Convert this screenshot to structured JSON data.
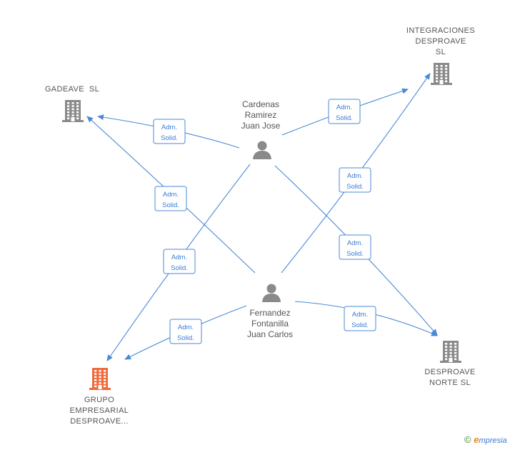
{
  "colors": {
    "edge": "#4a8ad4",
    "company": "#8a8a8a",
    "company_highlight": "#f06a3a",
    "person": "#8a8a8a",
    "edge_label_border": "#4a8ad4",
    "edge_label_text": "#3a7bd5"
  },
  "nodes": [
    {
      "id": "integraciones",
      "kind": "company",
      "label": [
        "INTEGRACIONES",
        "DESPROAVE",
        "SL"
      ],
      "icon": "building-icon"
    },
    {
      "id": "gadeave",
      "kind": "company",
      "label": [
        "GADEAVE  SL"
      ],
      "icon": "building-icon"
    },
    {
      "id": "cardenas",
      "kind": "person",
      "label": [
        "Cardenas",
        "Ramirez",
        "Juan Jose"
      ],
      "icon": "person-icon"
    },
    {
      "id": "fernandez",
      "kind": "person",
      "label": [
        "Fernandez",
        "Fontanilla",
        "Juan Carlos"
      ],
      "icon": "person-icon"
    },
    {
      "id": "grupo",
      "kind": "company_highlight",
      "label": [
        "GRUPO",
        "EMPRESARIAL",
        "DESPROAVE..."
      ],
      "icon": "building-icon"
    },
    {
      "id": "norte",
      "kind": "company",
      "label": [
        "DESPROAVE",
        "NORTE SL"
      ],
      "icon": "building-icon"
    }
  ],
  "edges": [
    {
      "from": "cardenas",
      "to": "gadeave",
      "label": [
        "Adm.",
        "Solid."
      ]
    },
    {
      "from": "cardenas",
      "to": "integraciones",
      "label": [
        "Adm.",
        "Solid."
      ]
    },
    {
      "from": "cardenas",
      "to": "grupo",
      "label": [
        "Adm.",
        "Solid."
      ]
    },
    {
      "from": "cardenas",
      "to": "norte",
      "label": [
        "Adm.",
        "Solid."
      ]
    },
    {
      "from": "fernandez",
      "to": "gadeave",
      "label": [
        "Adm.",
        "Solid."
      ]
    },
    {
      "from": "fernandez",
      "to": "integraciones",
      "label": [
        "Adm.",
        "Solid."
      ]
    },
    {
      "from": "fernandez",
      "to": "grupo",
      "label": [
        "Adm.",
        "Solid."
      ]
    },
    {
      "from": "fernandez",
      "to": "norte",
      "label": [
        "Adm.",
        "Solid."
      ]
    }
  ],
  "brand": {
    "copyright": "©",
    "e": "e",
    "rest": "mpresia"
  }
}
